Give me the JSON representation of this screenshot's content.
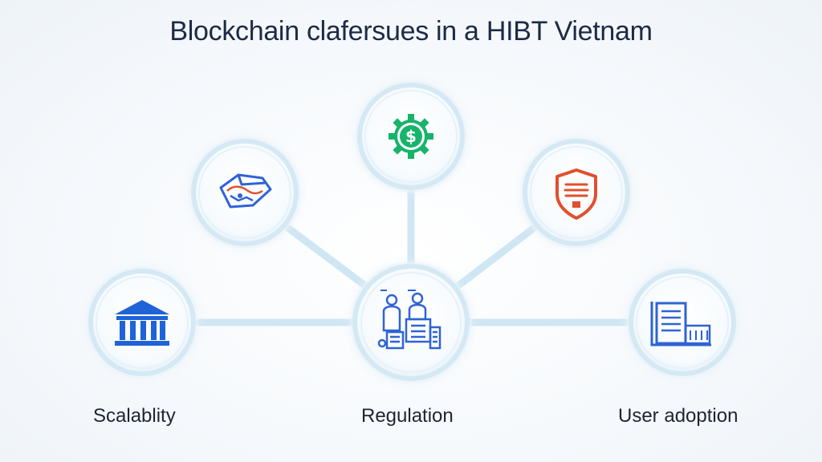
{
  "title": "Blockchain clafersues in a HIBT Vietnam",
  "labels": {
    "scalability": "Scalablity",
    "regulation": "Regulation",
    "user_adoption": "User adoption"
  },
  "nodes": [
    {
      "name": "center-hub",
      "icon": "people-building-icon",
      "color": "#2f63d6"
    },
    {
      "name": "top",
      "icon": "dollar-gear-icon",
      "color": "#18b36b"
    },
    {
      "name": "upper-left",
      "icon": "handshake-cube-icon",
      "color": "#2f63d6"
    },
    {
      "name": "upper-right",
      "icon": "shield-icon",
      "color": "#e0502e"
    },
    {
      "name": "left",
      "icon": "bank-icon",
      "color": "#1f63d8"
    },
    {
      "name": "right",
      "icon": "document-building-icon",
      "color": "#2f63d6"
    }
  ],
  "colors": {
    "connector": "#cfe6f3",
    "node_ring": "#d8ebf5",
    "title": "#1c2a45"
  }
}
